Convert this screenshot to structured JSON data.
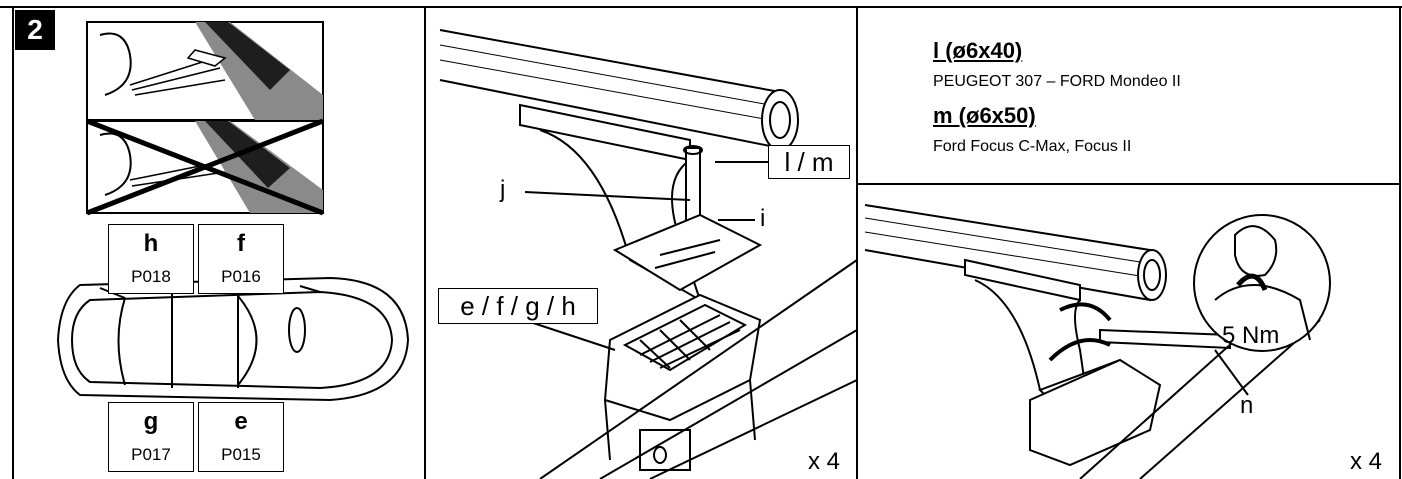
{
  "step": {
    "number": "2"
  },
  "labels": {
    "h": {
      "letter": "h",
      "code": "P018"
    },
    "f": {
      "letter": "f",
      "code": "P016"
    },
    "g": {
      "letter": "g",
      "code": "P017"
    },
    "e": {
      "letter": "e",
      "code": "P015"
    }
  },
  "middle": {
    "bolt_label": "l / m",
    "label_j": "j",
    "label_i": "i",
    "pad_label": "e / f / g / h",
    "quantity": "x 4"
  },
  "right_top": {
    "l_title": "l (ø6x40)",
    "l_desc": "PEUGEOT 307 – FORD Mondeo II",
    "m_title": "m (ø6x50)",
    "m_desc": "Ford Focus C-Max, Focus II"
  },
  "right_bottom": {
    "torque": "5 Nm",
    "label_n": "n",
    "quantity": "x 4"
  }
}
